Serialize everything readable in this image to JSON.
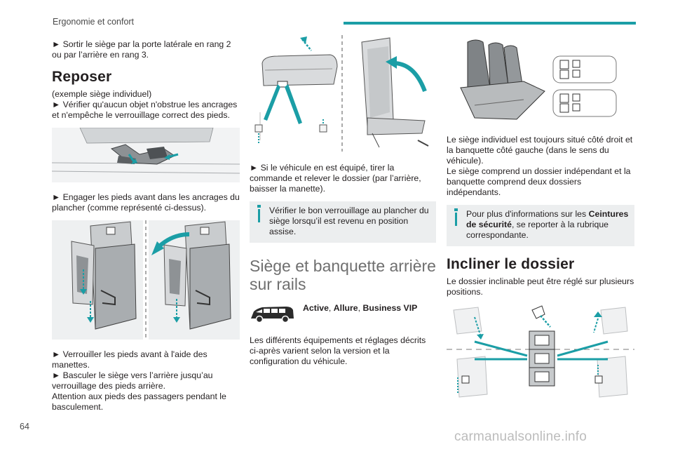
{
  "header": {
    "section": "Ergonomie et confort"
  },
  "page_number": "64",
  "watermark": "carmanualsonline.info",
  "col1": {
    "p1": "► Sortir le siège par la porte latérale en rang 2 ou par l’arrière en rang 3.",
    "heading": "Reposer",
    "p2a": "(exemple siège individuel)",
    "p2b": "► Vérifier qu'aucun objet n'obstrue les ancrages et n'empêche le verrouillage correct des pieds.",
    "p3": "► Engager les pieds avant dans les ancrages du plancher (comme représenté ci-dessus).",
    "p4a": "► Verrouiller les pieds avant à l'aide des manettes.",
    "p4b": "► Basculer le siège vers l’arrière jusqu’au verrouillage des pieds arrière.",
    "p4c": "Attention aux pieds des passagers pendant le basculement."
  },
  "col2": {
    "p1": "► Si le véhicule en est équipé, tirer la commande et relever le dossier (par l’arrière, baisser la manette).",
    "note": "Vérifier le bon verrouillage au plancher du siège lorsqu’il est revenu en position assise.",
    "heading": "Siège et banquette arrière sur rails",
    "trims": {
      "t1": "Active",
      "sep1": ", ",
      "t2": "Allure",
      "sep2": ", ",
      "t3": "Business VIP"
    },
    "p2": "Les différents équipements et réglages décrits ci-après varient selon la version et la configuration du véhicule."
  },
  "col3": {
    "p1a": "Le siège individuel est toujours situé côté droit et la banquette côté gauche (dans le sens du véhicule).",
    "p1b": "Le siège comprend un dossier indépendant et la banquette comprend deux dossiers indépendants.",
    "note_pre": "Pour plus d'informations sur les ",
    "note_bold": "Ceintures de sécurité",
    "note_post": ", se reporter à la rubrique correspondante.",
    "heading": "Incliner le dossier",
    "p2": "Le dossier inclinable peut être réglé sur plusieurs positions."
  },
  "colors": {
    "accent": "#1b9ea6",
    "note_bg": "#eceeef"
  }
}
